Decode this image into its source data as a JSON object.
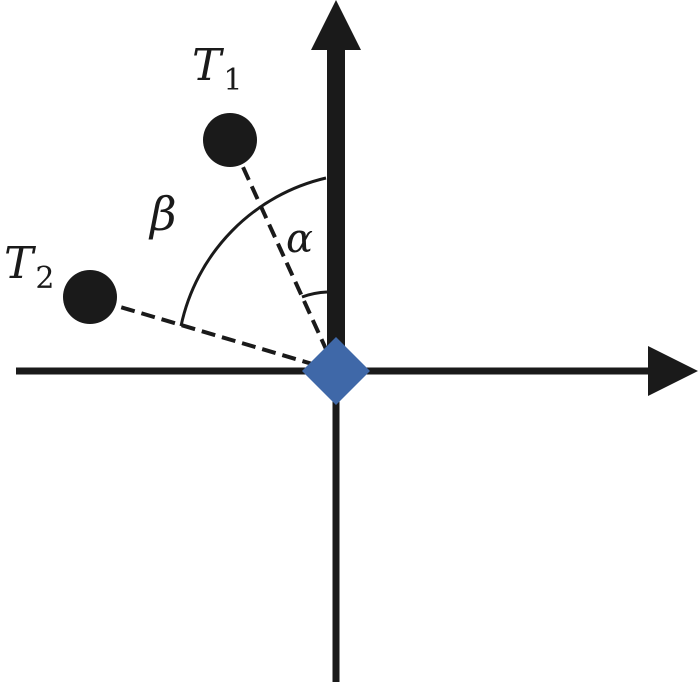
{
  "colors": {
    "ink": "#1a1a1a",
    "receiver": "#3f68a8",
    "background": "#ffffff"
  },
  "targets": [
    {
      "symbol": "T",
      "subscript": "1"
    },
    {
      "symbol": "T",
      "subscript": "2"
    }
  ],
  "angles": {
    "alpha": "α",
    "beta": "β"
  },
  "markers": {
    "target_shape": "filled-circle",
    "receiver_shape": "diamond"
  }
}
